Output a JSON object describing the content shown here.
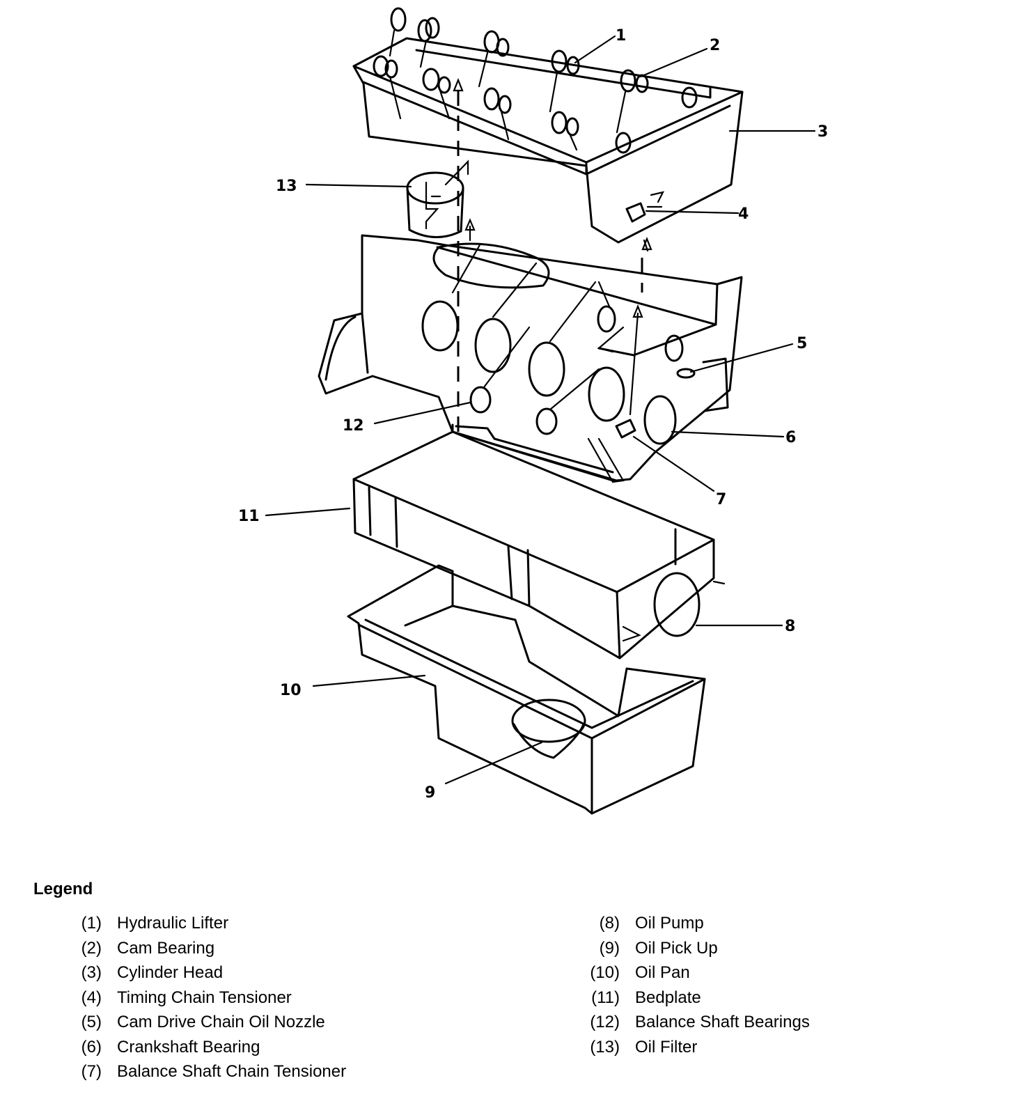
{
  "callouts": [
    "1",
    "2",
    "3",
    "4",
    "5",
    "6",
    "7",
    "8",
    "9",
    "10",
    "11",
    "12",
    "13"
  ],
  "legend": {
    "title": "Legend",
    "items": [
      {
        "num": "(1)",
        "label": "Hydraulic Lifter"
      },
      {
        "num": "(2)",
        "label": "Cam Bearing"
      },
      {
        "num": "(3)",
        "label": "Cylinder Head"
      },
      {
        "num": "(4)",
        "label": "Timing Chain Tensioner"
      },
      {
        "num": "(5)",
        "label": "Cam Drive Chain Oil Nozzle"
      },
      {
        "num": "(6)",
        "label": "Crankshaft Bearing"
      },
      {
        "num": "(7)",
        "label": "Balance Shaft Chain Tensioner"
      },
      {
        "num": "(8)",
        "label": "Oil Pump"
      },
      {
        "num": "(9)",
        "label": "Oil Pick Up"
      },
      {
        "num": "(10)",
        "label": "Oil Pan"
      },
      {
        "num": "(11)",
        "label": "Bedplate"
      },
      {
        "num": "(12)",
        "label": "Balance Shaft Bearings"
      },
      {
        "num": "(13)",
        "label": "Oil Filter"
      }
    ]
  }
}
